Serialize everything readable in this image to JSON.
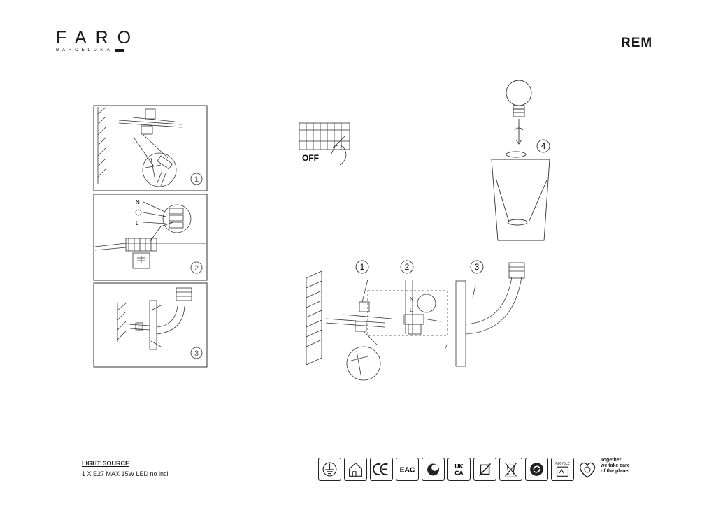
{
  "brand": {
    "name": "FARO",
    "sub": "BARCELONA"
  },
  "model": "REM",
  "switch_label": "OFF",
  "steps": [
    "1",
    "2",
    "3",
    "4"
  ],
  "wiring": {
    "neutral": "N",
    "line": "L"
  },
  "light_source": {
    "title": "LIGHT SOURCE",
    "spec": "1 X E27 MAX 15W LED no incl"
  },
  "icons": [
    "class-1-earth-icon",
    "indoor-use-icon",
    "ce-mark-icon",
    "eac-mark-icon",
    "dimmable-icon",
    "ukca-mark-icon",
    "no-sensor-icon",
    "weee-bin-icon",
    "recycle-icon",
    "recycle-box-icon",
    "planet-heart-icon"
  ],
  "icon_text": {
    "eac": "EAC",
    "ukca_1": "UK",
    "ukca_2": "CA",
    "recycle_box": "RECYCLE"
  },
  "tagline": [
    "Together",
    "we take care",
    "of the planet"
  ]
}
